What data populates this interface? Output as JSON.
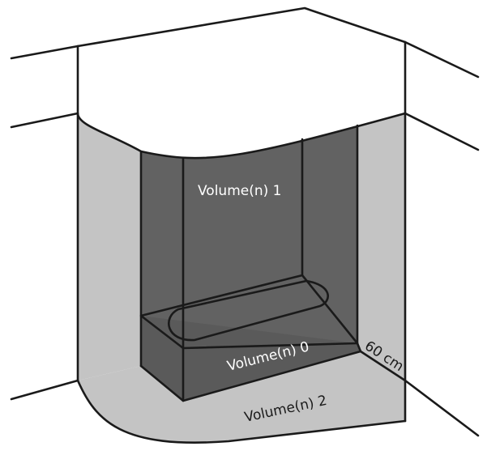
{
  "colors": {
    "background": "#ffffff",
    "outline": "#1a1a1a",
    "zone_2_fill": "#c4c4c4",
    "zone_1_fill": "#626262",
    "zone_0_fill": "#5a5a5a",
    "light_label": "#ffffff",
    "dark_label": "#1a1a1a"
  },
  "labels": {
    "zone_1": "Volume(n) 1",
    "zone_0": "Volume(n) 0",
    "zone_2": "Volume(n) 2",
    "distance": "60 cm"
  }
}
